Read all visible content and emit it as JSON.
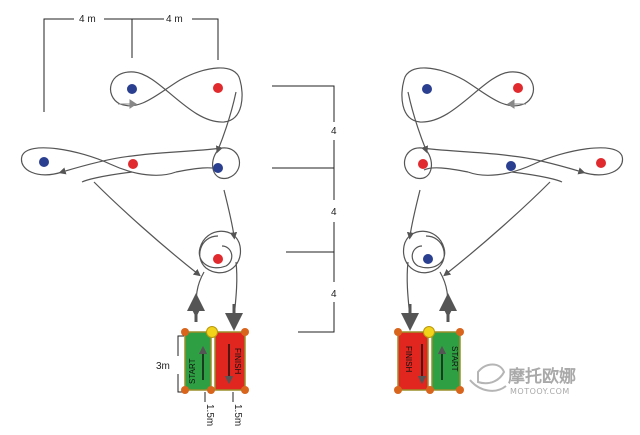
{
  "dimensions": {
    "top_left": "4 m",
    "top_right": "4 m",
    "gap_1": "4",
    "gap_2": "4",
    "gap_3": "4",
    "box_height": "3m",
    "lane_width_start": "1.5m",
    "lane_width_finish": "1.5m"
  },
  "lanes": {
    "start_label": "START",
    "finish_label": "FINISH"
  },
  "watermark": {
    "main": "摩托欧娜",
    "sub": "MOTOOY.COM"
  },
  "colors": {
    "cone_red": "#e02a2e",
    "cone_blue": "#2a3f8f",
    "start_green": "#2ea043",
    "finish_red": "#e0261f",
    "corner_cone": "#d9651d",
    "center_cone": "#f3d21a",
    "path": "#555555"
  }
}
